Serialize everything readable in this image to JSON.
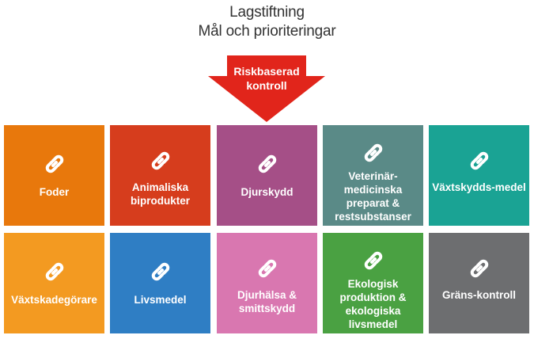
{
  "header": {
    "line1": "Lagstiftning",
    "line2": "Mål och prioriteringar"
  },
  "arrow": {
    "label": "Riskbaserad kontroll",
    "color": "#e1251b"
  },
  "tiles": [
    {
      "label": "Foder",
      "color": "#e8780c",
      "icon": "link-icon"
    },
    {
      "label": "Animaliska biprodukter",
      "color": "#d63d1d",
      "icon": "link-icon"
    },
    {
      "label": "Djurskydd",
      "color": "#a54f87",
      "icon": "link-icon"
    },
    {
      "label": "Veterinär-medicinska preparat & restsubstanser",
      "color": "#5a8a87",
      "icon": "link-icon"
    },
    {
      "label": "Växtskydds-medel",
      "color": "#1aa394",
      "icon": "link-icon"
    },
    {
      "label": "Växtskadegörare",
      "color": "#f39a21",
      "icon": "link-icon"
    },
    {
      "label": "Livsmedel",
      "color": "#2f7ec4",
      "icon": "link-icon"
    },
    {
      "label": "Djurhälsa & smittskydd",
      "color": "#d977b0",
      "icon": "link-icon"
    },
    {
      "label": "Ekologisk produktion & ekologiska livsmedel",
      "color": "#4aa142",
      "icon": "link-icon"
    },
    {
      "label": "Gräns-kontroll",
      "color": "#6d6e70",
      "icon": "link-icon"
    }
  ]
}
